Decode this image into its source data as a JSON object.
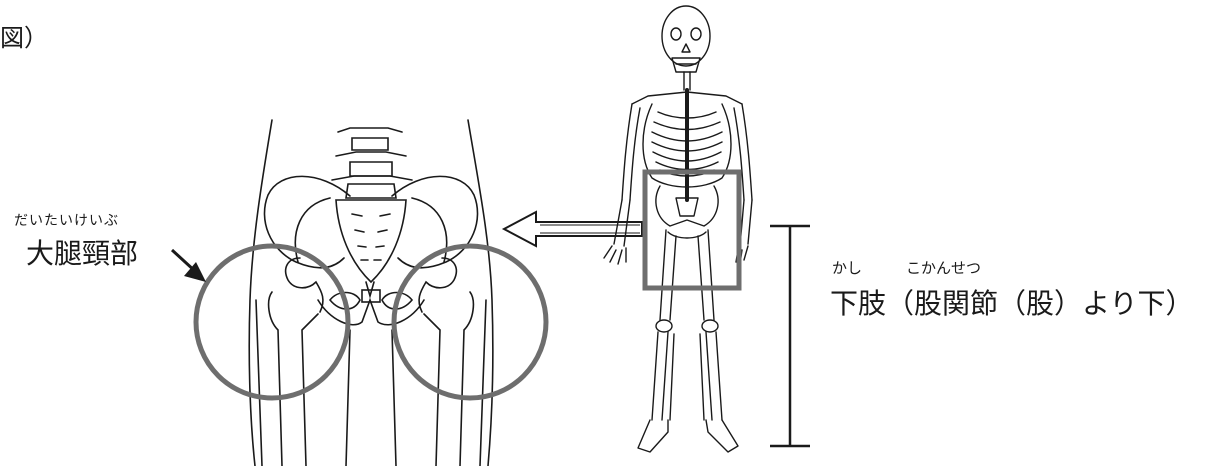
{
  "caption": "図）",
  "femur": {
    "ruby": "だいたいけいぶ",
    "label": "大腿頸部"
  },
  "lower_limb": {
    "ruby_1": "かし",
    "ruby_2": "こかんせつ",
    "label": "下肢（股関節（股）より下）"
  },
  "colors": {
    "line": "#1a1a1a",
    "highlight": "#6e6e6e"
  }
}
